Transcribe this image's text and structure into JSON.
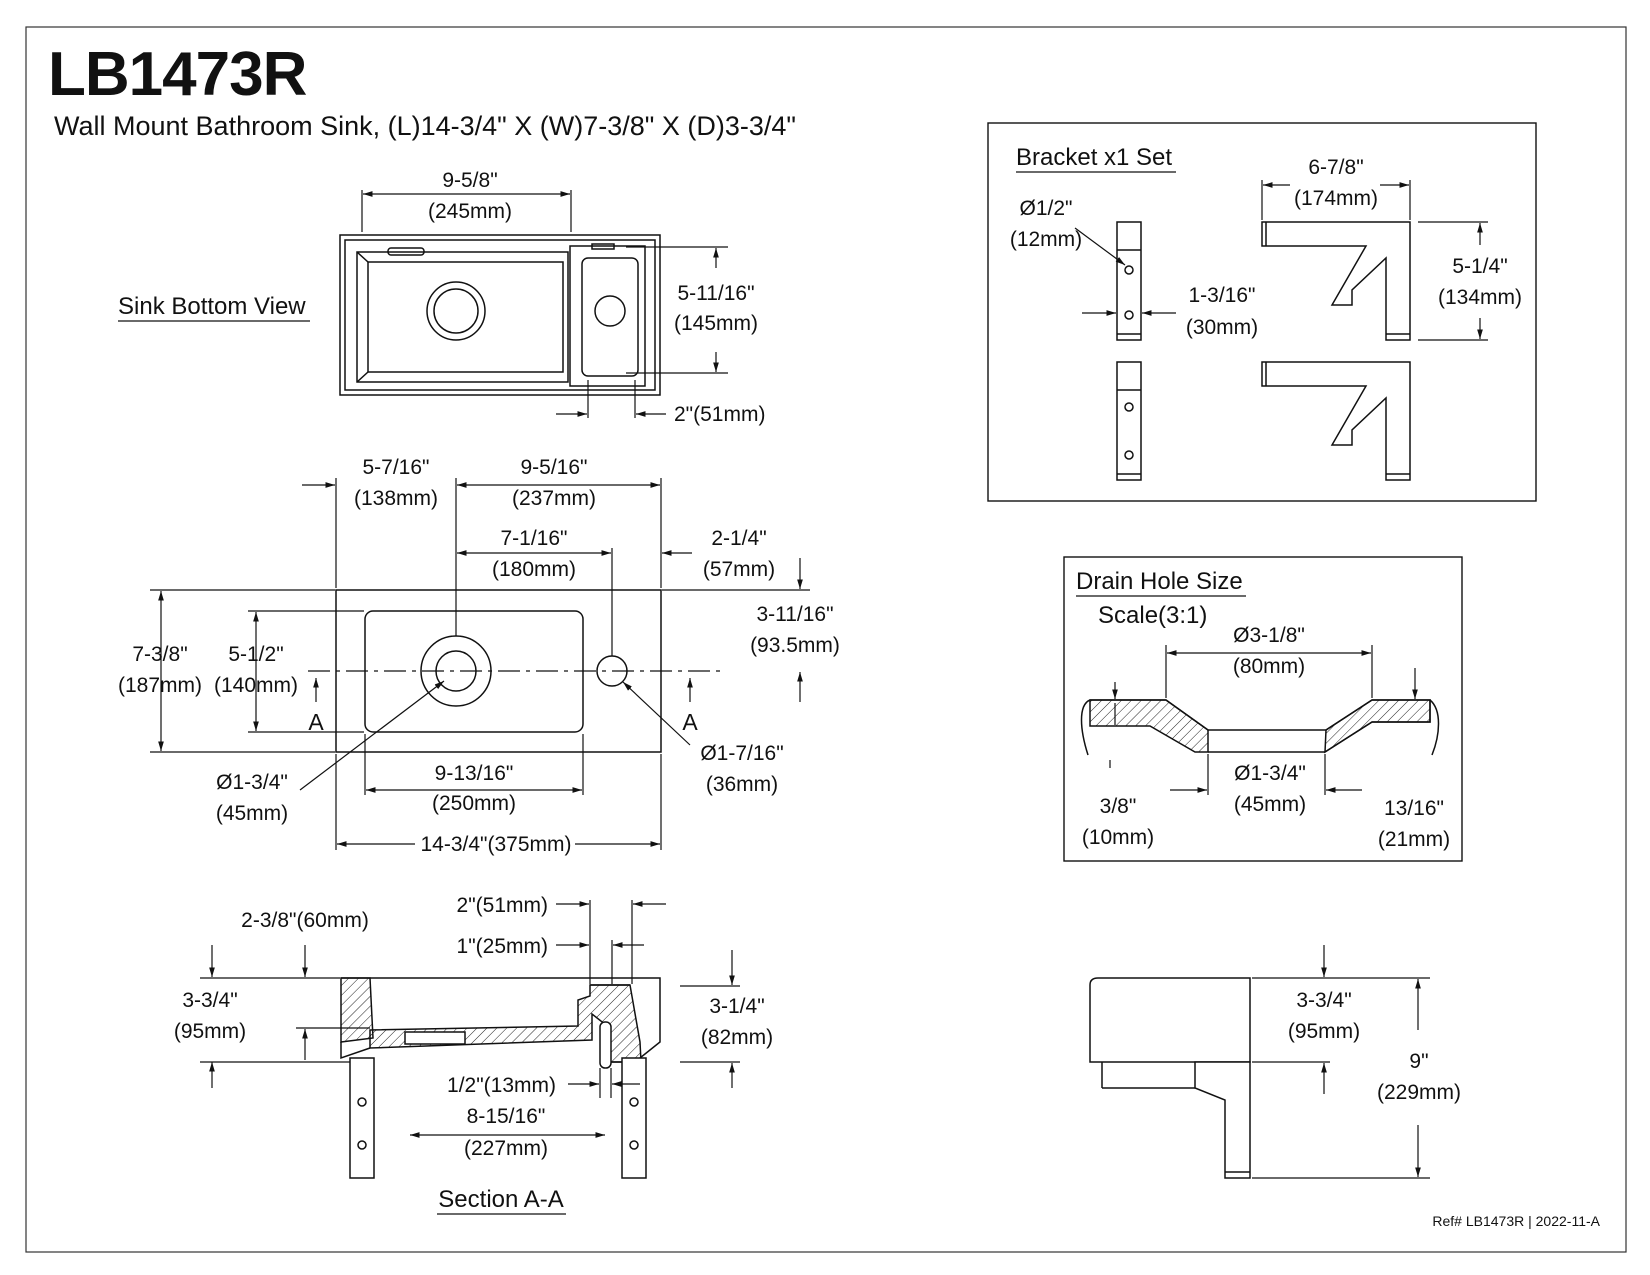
{
  "header": {
    "model": "LB1473R",
    "description": "Wall Mount Bathroom Sink, (L)14-3/4\" X (W)7-3/8\" X (D)3-3/4\""
  },
  "bottom_view": {
    "label": "Sink Bottom View",
    "width_in": "9-5/8\"",
    "width_mm": "(245mm)",
    "height_in": "5-11/16\"",
    "height_mm": "(145mm)",
    "offset": "2\"(51mm)"
  },
  "top_view": {
    "d1_in": "5-7/16\"",
    "d1_mm": "(138mm)",
    "d2_in": "9-5/16\"",
    "d2_mm": "(237mm)",
    "d3_in": "7-1/16\"",
    "d3_mm": "(180mm)",
    "d4_in": "2-1/4\"",
    "d4_mm": "(57mm)",
    "d5_in": "3-11/16\"",
    "d5_mm": "(93.5mm)",
    "d6_in": "7-3/8\"",
    "d6_mm": "(187mm)",
    "d7_in": "5-1/2\"",
    "d7_mm": "(140mm)",
    "section_mark_left": "A",
    "section_mark_right": "A",
    "drain_dia_in": "Ø1-3/4\"",
    "drain_dia_mm": "(45mm)",
    "basin_w_in": "9-13/16\"",
    "basin_w_mm": "(250mm)",
    "faucet_dia_in": "Ø1-7/16\"",
    "faucet_dia_mm": "(36mm)",
    "overall": "14-3/4\"(375mm)"
  },
  "section": {
    "label": "Section A-A",
    "a": "2-3/8\"(60mm)",
    "b": "2\"(51mm)",
    "c": "1\"(25mm)",
    "depth_in": "3-3/4\"",
    "depth_mm": "(95mm)",
    "inner_in": "3-1/4\"",
    "inner_mm": "(82mm)",
    "slot": "1/2\"(13mm)",
    "spacing_in": "8-15/16\"",
    "spacing_mm": "(227mm)"
  },
  "bracket": {
    "label": "Bracket x1 Set",
    "hole_in": "Ø1/2\"",
    "hole_mm": "(12mm)",
    "thick_in": "1-3/16\"",
    "thick_mm": "(30mm)",
    "arm_in": "6-7/8\"",
    "arm_mm": "(174mm)",
    "height_in": "5-1/4\"",
    "height_mm": "(134mm)"
  },
  "drain": {
    "label": "Drain Hole Size",
    "scale": "Scale(3:1)",
    "top_in": "Ø3-1/8\"",
    "top_mm": "(80mm)",
    "bot_in": "Ø1-3/4\"",
    "bot_mm": "(45mm)",
    "left_in": "3/8\"",
    "left_mm": "(10mm)",
    "right_in": "13/16\"",
    "right_mm": "(21mm)"
  },
  "side_view": {
    "depth_in": "3-3/4\"",
    "depth_mm": "(95mm)",
    "total_in": "9\"",
    "total_mm": "(229mm)"
  },
  "footer": {
    "ref": "Ref# LB1473R | 2022-11-A"
  }
}
